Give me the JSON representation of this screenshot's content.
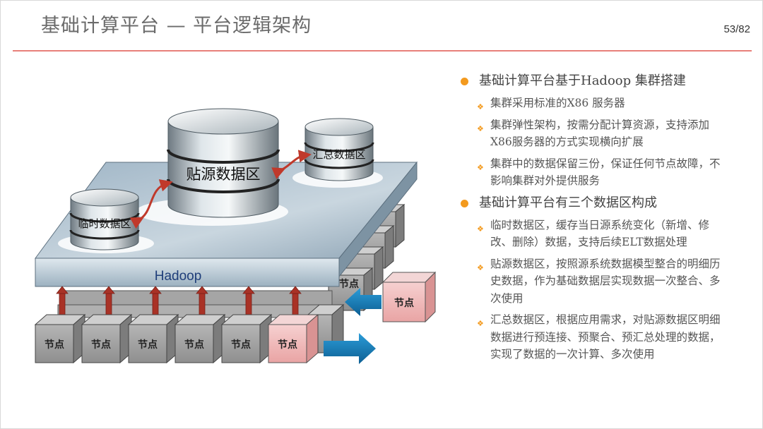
{
  "slide": {
    "title": "基础计算平台 — 平台逻辑架构",
    "page_number": "53/82",
    "accent_color": "#e8807a",
    "bullet_color": "#f39a1e"
  },
  "diagram": {
    "platform_label": "Hadoop",
    "data_zones": {
      "temp": "临时数据区",
      "paste": "贴源数据区",
      "summary": "汇总数据区"
    },
    "node_label": "节点"
  },
  "bullets": [
    {
      "text": "基础计算平台基于Hadoop 集群搭建",
      "children": [
        "集群采用标准的X86 服务器",
        "集群弹性架构，按需分配计算资源，支持添加X86服务器的方式实现横向扩展",
        "集群中的数据保留三份，保证任何节点故障，不影响集群对外提供服务"
      ]
    },
    {
      "text": "基础计算平台有三个数据区构成",
      "children": [
        "临时数据区，缓存当日源系统变化（新增、修改、删除）数据，支持后续ELT数据处理",
        "贴源数据区，按照源系统数据模型整合的明细历史数据，作为基础数据层实现数据一次整合、多次使用",
        "汇总数据区，根据应用需求，对贴源数据区明细数据进行预连接、预聚合、预汇总处理的数据，实现了数据的一次计算、多次使用"
      ]
    }
  ]
}
